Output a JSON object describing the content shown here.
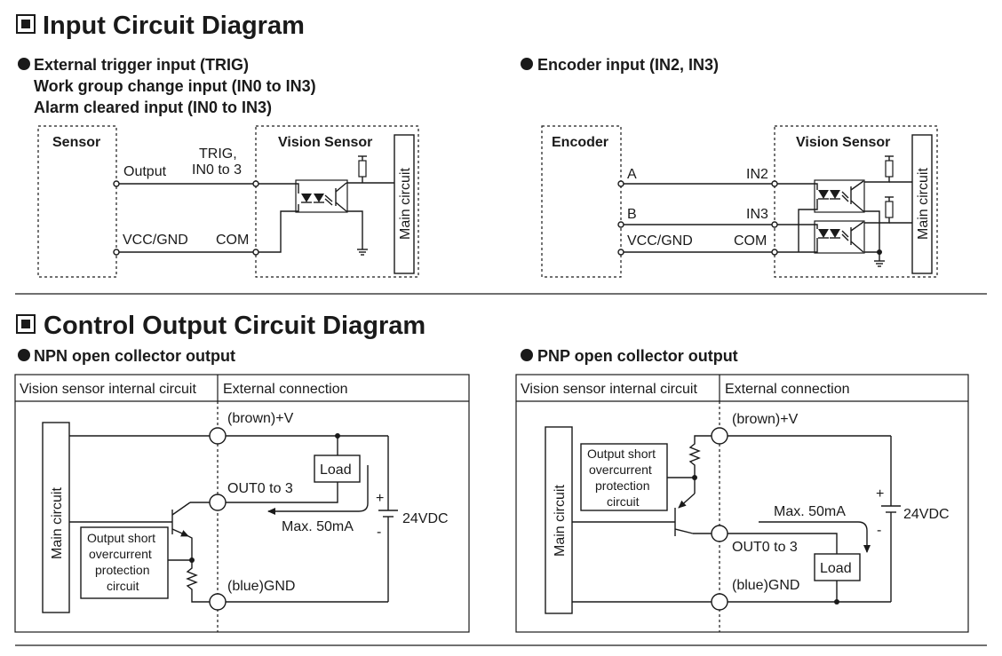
{
  "sections": {
    "input": {
      "title": "Input Circuit Diagram"
    },
    "output": {
      "title": "Control Output Circuit Diagram"
    }
  },
  "input_left": {
    "bullet_lines": [
      "External trigger input (TRIG)",
      "Work group change input (IN0 to IN3)",
      "Alarm cleared input (IN0 to IN3)"
    ],
    "sensor": "Sensor",
    "vision_sensor": "Vision Sensor",
    "output": "Output",
    "trig_line1": "TRIG,",
    "trig_line2": "IN0 to 3",
    "vcc_gnd": "VCC/GND",
    "com": "COM",
    "main_circuit": "Main circuit"
  },
  "input_right": {
    "bullet": "Encoder input (IN2, IN3)",
    "encoder": "Encoder",
    "vision_sensor": "Vision Sensor",
    "a": "A",
    "b": "B",
    "in2": "IN2",
    "in3": "IN3",
    "vcc_gnd": "VCC/GND",
    "com": "COM",
    "main_circuit": "Main circuit"
  },
  "npn": {
    "bullet": "NPN open collector output",
    "internal_header": "Vision sensor internal circuit",
    "external_header": "External connection",
    "main_circuit": "Main circuit",
    "brown_v": "(brown)+V",
    "out": "OUT0 to 3",
    "load": "Load",
    "max": "Max. 50mA",
    "vdc": "24VDC",
    "plus": "+",
    "minus": "-",
    "blue_gnd": "(blue)GND",
    "protect_lines": [
      "Output short",
      "overcurrent",
      "protection",
      "circuit"
    ]
  },
  "pnp": {
    "bullet": "PNP open collector output",
    "internal_header": "Vision sensor internal circuit",
    "external_header": "External connection",
    "main_circuit": "Main circuit",
    "brown_v": "(brown)+V",
    "out": "OUT0 to 3",
    "load": "Load",
    "max": "Max. 50mA",
    "vdc": "24VDC",
    "plus": "+",
    "minus": "-",
    "blue_gnd": "(blue)GND",
    "protect_lines": [
      "Output short",
      "overcurrent",
      "protection",
      "circuit"
    ]
  }
}
